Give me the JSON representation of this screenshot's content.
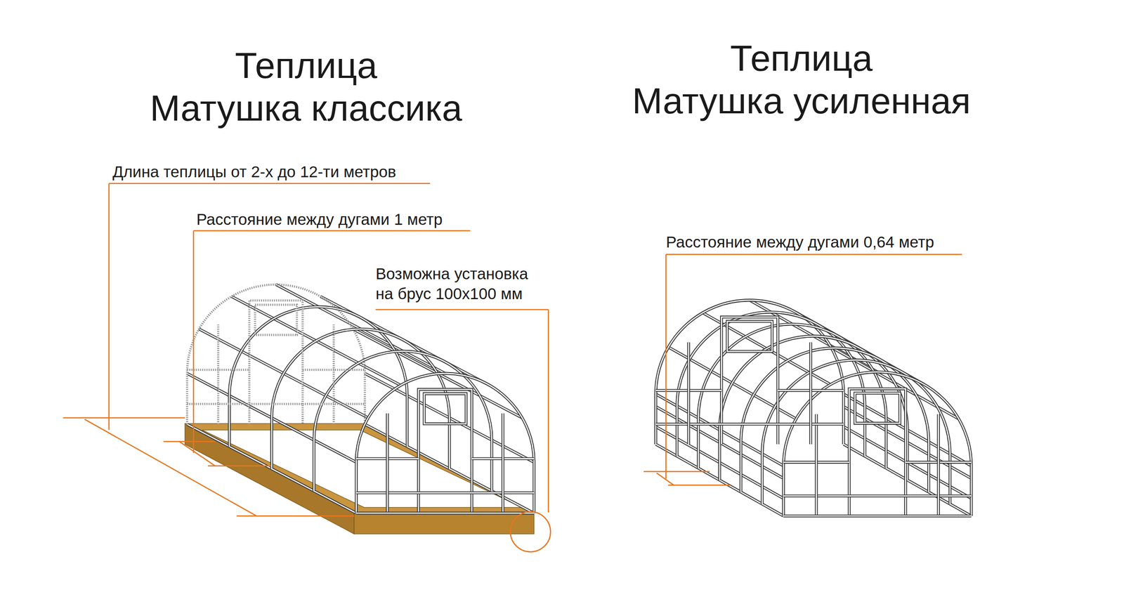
{
  "diagram": {
    "labels": [
      "Теплица Матушка классика",
      "Теплица Матушка усиленная",
      "Длина теплицы от 2-х до 12-ти метров",
      "Расстояние между дугами 1 метр",
      "Возможна установка на брус 100х100 мм",
      "Расстояние между дугами 0,64 метр"
    ]
  }
}
